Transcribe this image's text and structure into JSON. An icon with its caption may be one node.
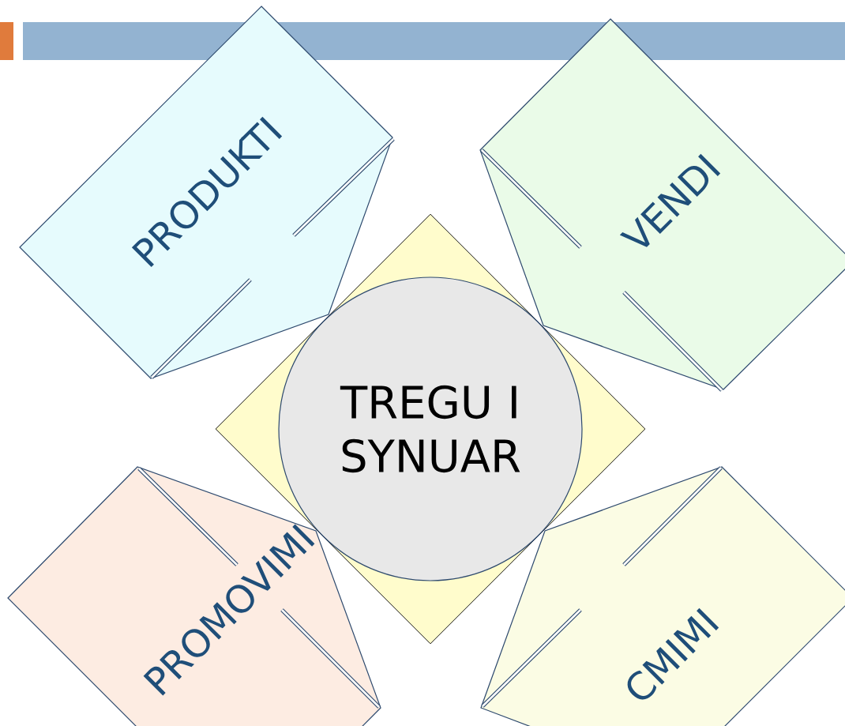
{
  "diagram": {
    "nodes": [
      {
        "text": [
          "PRODUKTI"
        ]
      },
      {
        "text": [
          "VENDI"
        ]
      },
      {
        "text": [],
        "shape": "diamond"
      },
      {
        "text": [
          "TREGU I SYNUAR"
        ],
        "in": 2
      },
      {
        "text": [
          "PROMOVIMI"
        ]
      },
      {
        "text": [
          "CMIMI"
        ]
      }
    ]
  }
}
